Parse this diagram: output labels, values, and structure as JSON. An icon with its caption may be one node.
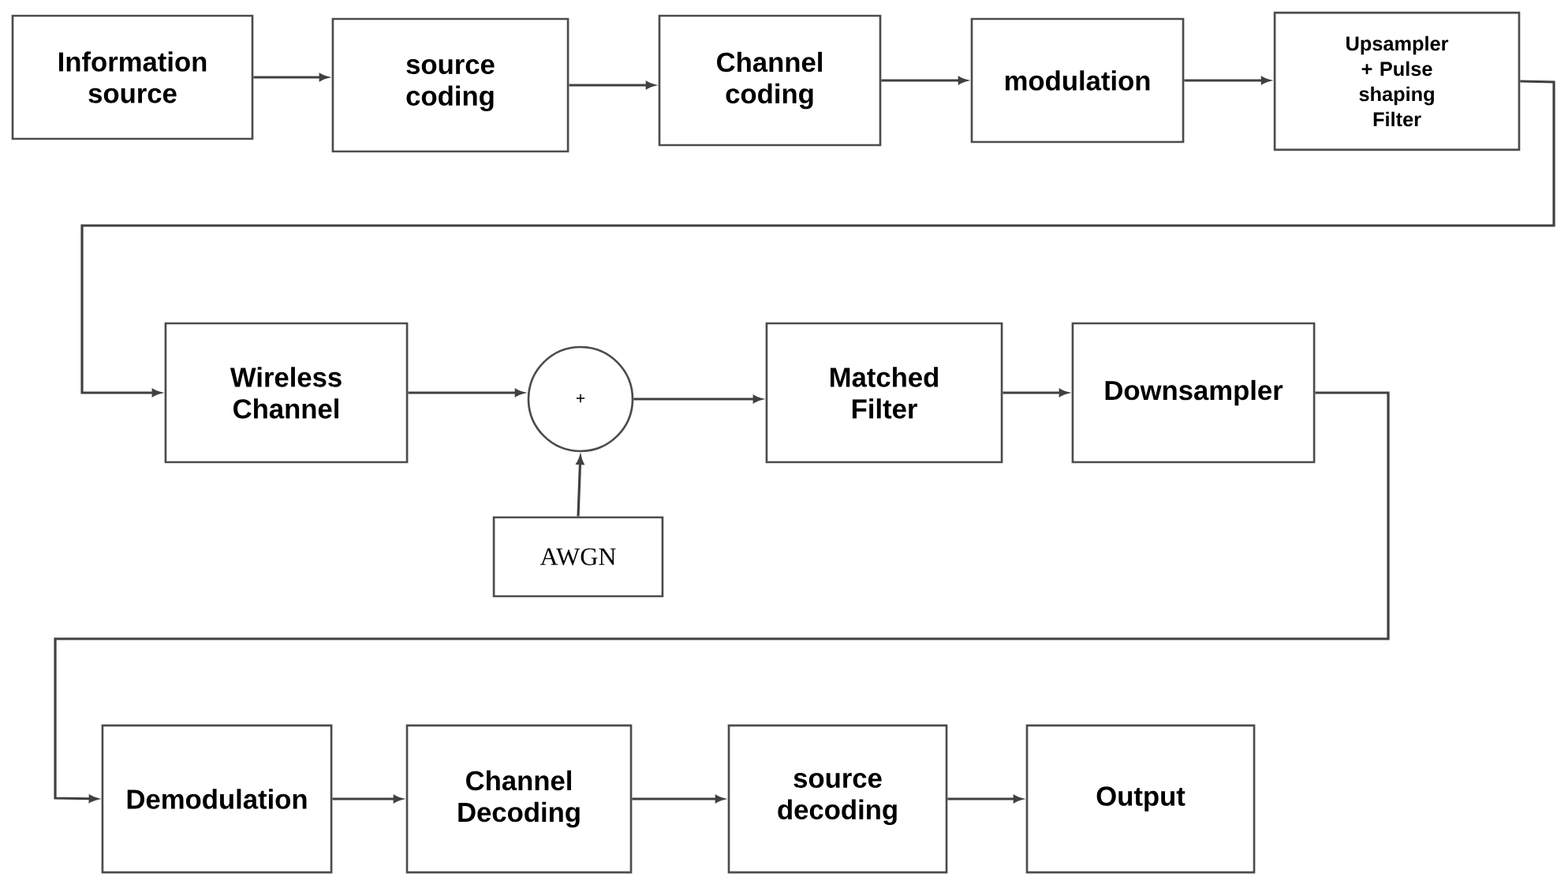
{
  "diagram": {
    "nodes": [
      {
        "text": [
          "Information source"
        ]
      },
      {
        "text": [
          "source coding"
        ]
      },
      {
        "text": [
          "Channel coding"
        ]
      },
      {
        "text": [
          "modulation"
        ]
      },
      {
        "text": [
          "Upsampler + Pulse shaping Filter"
        ]
      },
      {
        "text": [
          "Wireless Channel"
        ]
      },
      {
        "text": [
          "+"
        ]
      },
      {
        "text": [
          "Matched Filter"
        ]
      },
      {
        "text": [
          "Downsampler"
        ]
      },
      {
        "text": [
          "AWGN"
        ]
      },
      {
        "text": [
          "Demodulation"
        ]
      },
      {
        "text": [
          "Channel Decoding"
        ]
      },
      {
        "text": [
          "source decoding"
        ]
      },
      {
        "text": [
          "Output"
        ]
      }
    ],
    "edges": [
      {
        "from": 0,
        "to": 1,
        "arrow": "to"
      },
      {
        "from": 1,
        "to": 2,
        "arrow": "to"
      },
      {
        "from": 2,
        "to": 3,
        "arrow": "to"
      },
      {
        "from": 3,
        "to": 4,
        "arrow": "to"
      },
      {
        "from": 4,
        "to": 5,
        "arrow": "to"
      },
      {
        "from": 5,
        "to": 6,
        "arrow": "to"
      },
      {
        "from": 9,
        "to": 6,
        "arrow": "to"
      },
      {
        "from": 6,
        "to": 7,
        "arrow": "to"
      },
      {
        "from": 7,
        "to": 8,
        "arrow": "to"
      },
      {
        "from": 8,
        "to": 10,
        "arrow": "to"
      },
      {
        "from": 10,
        "to": 11,
        "arrow": "to"
      },
      {
        "from": 11,
        "to": 12,
        "arrow": "to"
      },
      {
        "from": 12,
        "to": 13,
        "arrow": "to"
      }
    ]
  }
}
